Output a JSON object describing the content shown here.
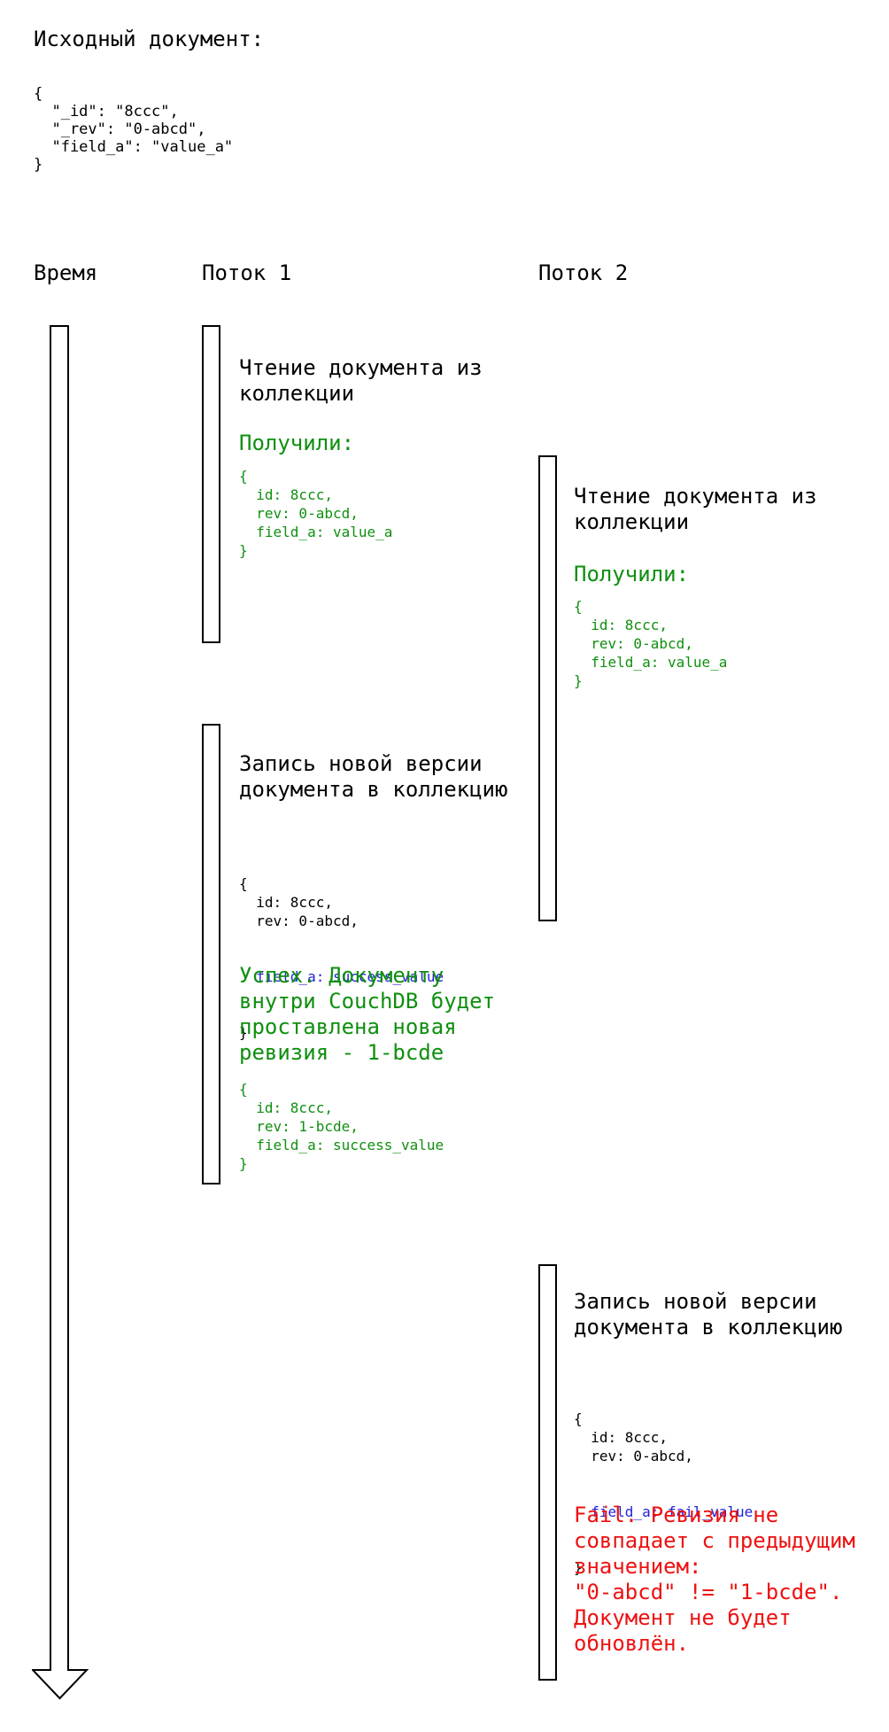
{
  "colors": {
    "green": "#0f8f0f",
    "blue": "#2323d7",
    "red": "#ee1111",
    "bar_border": "#000000",
    "bar_fill": "#ffffff"
  },
  "intro": {
    "title": "Исходный документ:",
    "code": "{\n  \"_id\": \"8ccc\",\n  \"_rev\": \"0-abcd\",\n  \"field_a\": \"value_a\"\n}"
  },
  "headers": {
    "time": "Время",
    "thread1": "Поток 1",
    "thread2": "Поток 2"
  },
  "thread1": {
    "read_title": "Чтение документа из\nколлекции",
    "got_label": "Получили:",
    "got_code": "{\n  id: 8ccc,\n  rev: 0-abcd,\n  field_a: value_a\n}",
    "write_title": "Запись новой версии\nдокумента в коллекцию",
    "write_code_head": "{\n  id: 8ccc,\n  rev: 0-abcd,",
    "write_code_field": "  field_a: success_value",
    "write_code_tail": "}",
    "success_note": "Успех. Документу\nвнутри CouchDB будет\nпроставлена новая\nревизия - 1-bcde",
    "success_code": "{\n  id: 8ccc,\n  rev: 1-bcde,\n  field_a: success_value\n}"
  },
  "thread2": {
    "read_title": "Чтение документа из\nколлекции",
    "got_label": "Получили:",
    "got_code": "{\n  id: 8ccc,\n  rev: 0-abcd,\n  field_a: value_a\n}",
    "write_title": "Запись новой версии\nдокумента в коллекцию",
    "write_code_head": "{\n  id: 8ccc,\n  rev: 0-abcd,",
    "write_code_field": "  field_a: fail_value",
    "write_code_tail": "}",
    "fail_note": "Fail. Ревизия не\nсовпадает с предыдущим\nзначением:\n\"0-abcd\" != \"1-bcde\".\nДокумент не будет\nобновлён."
  }
}
